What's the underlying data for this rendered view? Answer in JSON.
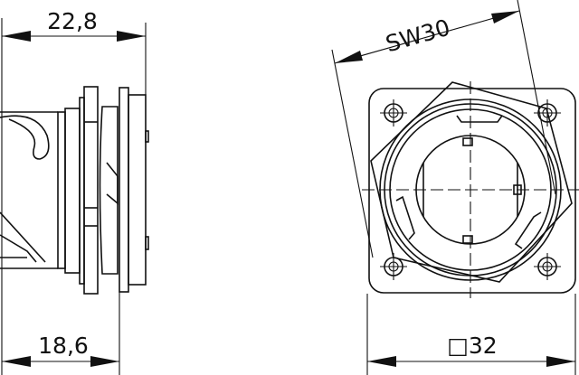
{
  "side_view": {
    "overall_length_label": "22,8",
    "body_length_label": "18,6"
  },
  "front_view": {
    "wrench_size_label": "SW30",
    "flange_size_label": "□32"
  },
  "colors": {
    "line": "#111111",
    "background": "#ffffff"
  }
}
